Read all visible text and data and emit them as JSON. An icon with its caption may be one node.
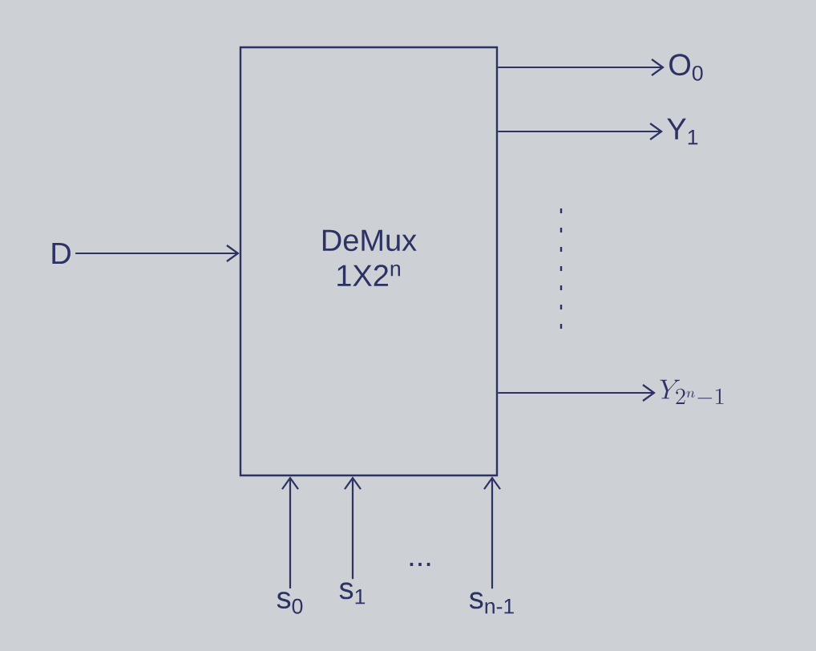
{
  "diagram": {
    "nodes": [
      {
        "text": [
          "DeMux",
          "1X2$^{n}$"
        ]
      },
      {
        "text": [
          "D"
        ]
      },
      {
        "text": [
          "O$_{0}$"
        ]
      },
      {
        "text": [
          "Y$_{1}$"
        ]
      },
      {
        "text": [
          "Y_{2^{n}-1}"
        ]
      },
      {
        "text": [
          "s$_{0}$"
        ]
      },
      {
        "text": [
          "s$_{1}$"
        ]
      },
      {
        "text": [
          "s$_{n-1}$"
        ]
      }
    ],
    "edges": [
      {
        "from": 1,
        "to": 0,
        "arrow": "to"
      },
      {
        "from": 0,
        "to": 2,
        "arrow": "to"
      },
      {
        "from": 0,
        "to": 3,
        "arrow": "to"
      },
      {
        "from": 0,
        "to": 4,
        "arrow": "to"
      },
      {
        "from": 5,
        "to": 0,
        "arrow": "to"
      },
      {
        "from": 6,
        "to": 0,
        "arrow": "to"
      },
      {
        "from": 7,
        "to": 0,
        "arrow": "to"
      }
    ],
    "labels": [
      "..."
    ]
  }
}
